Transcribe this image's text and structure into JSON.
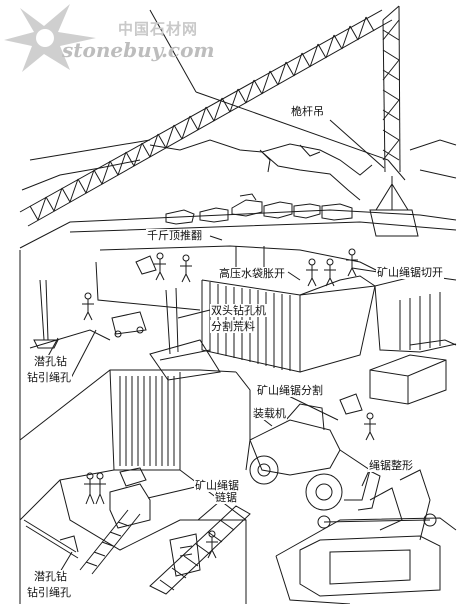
{
  "watermark": {
    "chinese": "中国石材网",
    "domain": "stonebuy.com"
  },
  "labels": {
    "derrick_crane": "桅杆吊",
    "jack_pusher": "千斤顶推翻",
    "water_bag": "高压水袋胀开",
    "wire_saw_cut": "矿山绳锯切开",
    "double_drill_line1": "双头钻孔机",
    "double_drill_line2": "分割荒料",
    "dth_top_line1": "潜孔钻",
    "dth_top_line2": "钻引绳孔",
    "wire_saw_split": "矿山绳锯分割",
    "loader": "装载机",
    "wire_saw_shaping": "绳锯整形",
    "mine_wire_saw": "矿山绳锯",
    "chain_saw": "链锯",
    "dth_bottom_line1": "潜孔钻",
    "dth_bottom_line2": "钻引绳孔"
  },
  "colors": {
    "line": "#1a1a1a",
    "watermark": "#bdbdbd"
  }
}
